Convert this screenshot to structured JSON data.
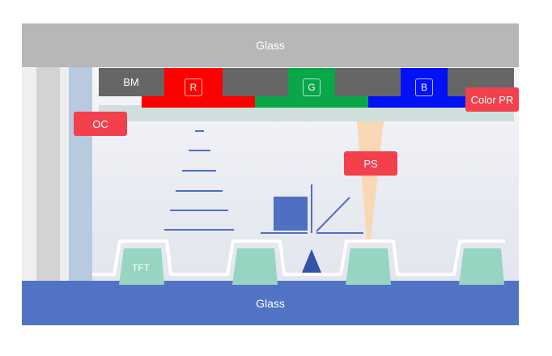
{
  "labels": {
    "glass_top": "Glass",
    "glass_bottom": "Glass",
    "bm": "BM",
    "r": "R",
    "g": "G",
    "b": "B",
    "color_pr": "Color PR",
    "oc": "OC",
    "ps": "PS",
    "tft": "TFT"
  },
  "colors": {
    "glass_top": "#b7b7b7",
    "glass_bottom": "#5074c3",
    "black_matrix": "#666666",
    "red_filter": "#ff0000",
    "green_filter": "#0aa64a",
    "blue_filter": "#0011f5",
    "overcoat": "#cfe0dc",
    "tag": "#f2404d",
    "tft": "#97d4c2",
    "spacer": "#f9d8b6",
    "accent_lines": "#4f6fc0"
  }
}
